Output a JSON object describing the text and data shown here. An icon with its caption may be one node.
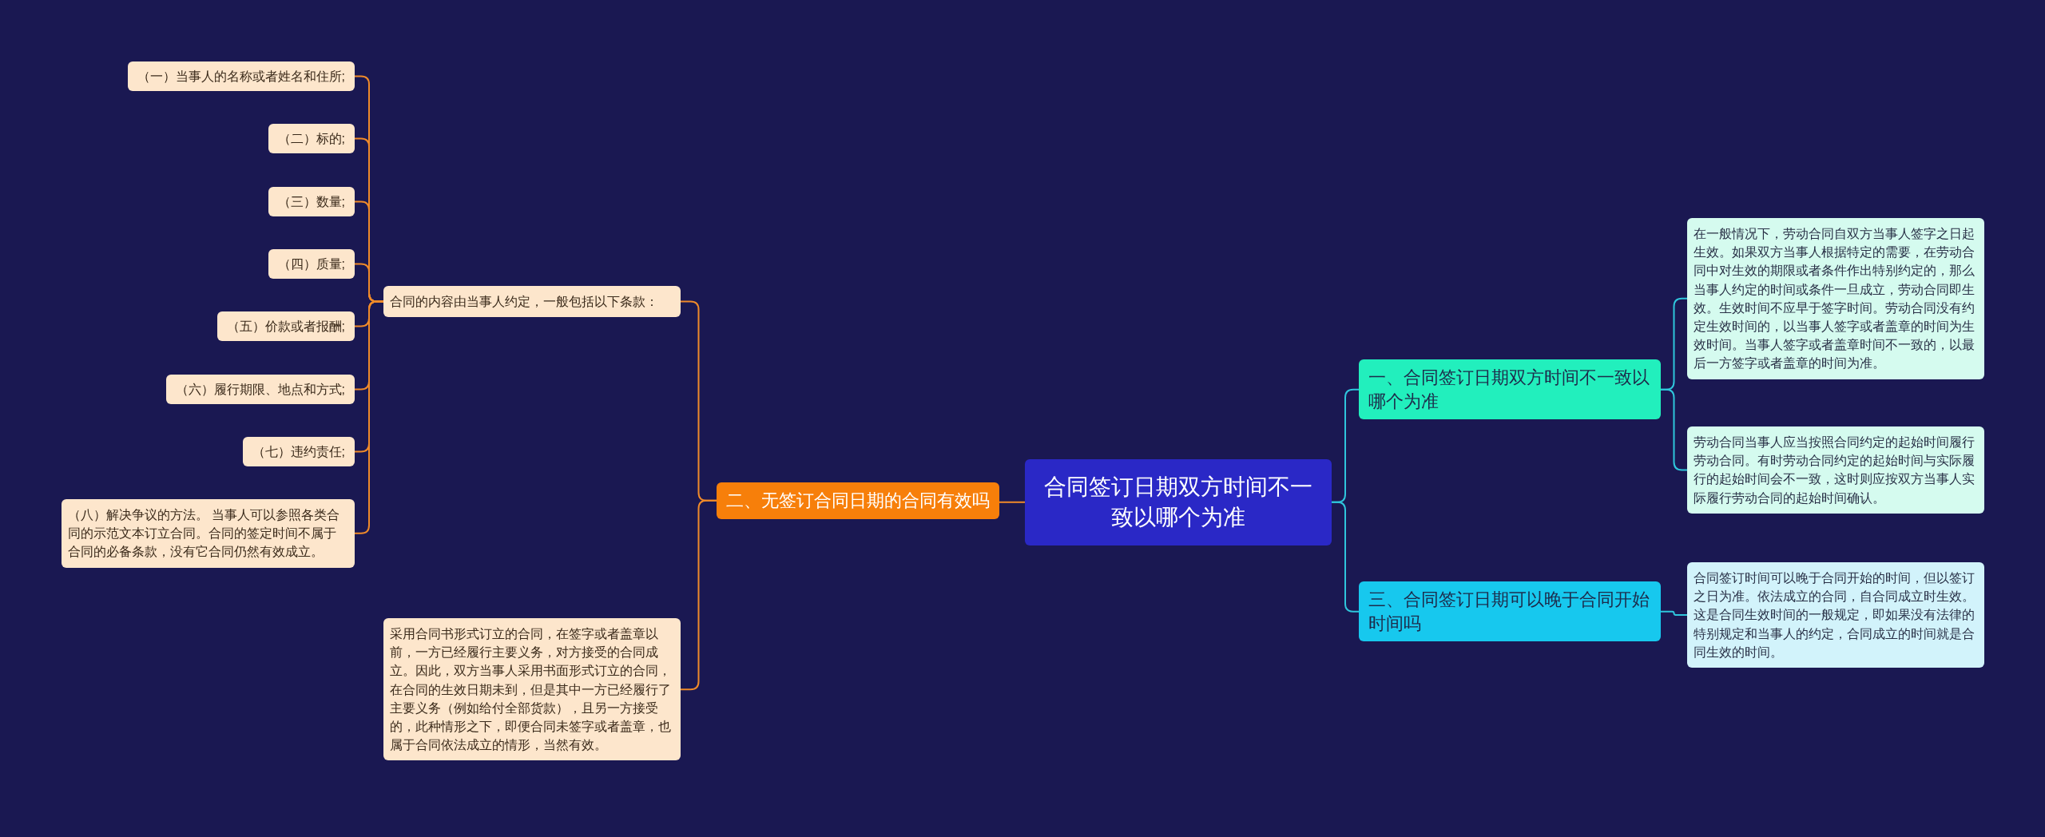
{
  "diagram": {
    "nodes": [
      {
        "text": [
          "合同签订日期双方时间不一致以哪个为准"
        ]
      },
      {
        "text": [
          "一、合同签订日期双方时间不一致以哪个为准"
        ]
      },
      {
        "text": [
          "在一般情况下，劳动合同自双方当事人签字之日起生效。如果双方当事人根据特定的需要，在劳动合同中对生效的期限或者条件作出特别约定的，那么当事人约定的时间或条件一旦成立，劳动合同即生效。生效时间不应早于签字时间。劳动合同没有约定生效时间的，以当事人签字或者盖章的时间为生效时间。当事人签字或者盖章时间不一致的，以最后一方签字或者盖章的时间为准。"
        ]
      },
      {
        "text": [
          "劳动合同当事人应当按照合同约定的起始时间履行劳动合同。有时劳动合同约定的起始时间与实际履行的起始时间会不一致，这时则应按双方当事人实际履行劳动合同的起始时间确认。"
        ]
      },
      {
        "text": [
          "三、合同签订日期可以晚于合同开始时间吗"
        ]
      },
      {
        "text": [
          "合同签订时间可以晚于合同开始的时间，但以签订之日为准。依法成立的合同，自合同成立时生效。这是合同生效时间的一般规定，即如果没有法律的特别规定和当事人的约定，合同成立的时间就是合同生效的时间。"
        ]
      },
      {
        "text": [
          "二、无签订合同日期的合同有效吗"
        ]
      },
      {
        "text": [
          "合同的内容由当事人约定，一般包括以下条款："
        ]
      },
      {
        "text": [
          "（一）当事人的名称或者姓名和住所;"
        ]
      },
      {
        "text": [
          "（二）标的;"
        ]
      },
      {
        "text": [
          "（三）数量;"
        ]
      },
      {
        "text": [
          "（四）质量;"
        ]
      },
      {
        "text": [
          "（五）价款或者报酬;"
        ]
      },
      {
        "text": [
          "（六）履行期限、地点和方式;"
        ]
      },
      {
        "text": [
          "（七）违约责任;"
        ]
      },
      {
        "text": [
          "（八）解决争议的方法。 当事人可以参照各类合同的示范文本订立合同。合同的签定时间不属于合同的必备条款，没有它合同仍然有效成立。"
        ]
      },
      {
        "text": [
          "采用合同书形式订立的合同，在签字或者盖章以前，一方已经履行主要义务，对方接受的合同成立。因此，双方当事人采用书面形式订立的合同，在合同的生效日期未到，但是其中一方已经履行了主要义务（例如给付全部货款），且另一方接受的，此种情形之下，即便合同未签字或者盖章，也属于合同依法成立的情形，当然有效。"
        ]
      }
    ],
    "edges": [
      {
        "from": 0,
        "to": 1,
        "arrow": "none",
        "color": "#2fc6dc"
      },
      {
        "from": 1,
        "to": 2,
        "arrow": "none",
        "color": "#2fc6dc"
      },
      {
        "from": 1,
        "to": 3,
        "arrow": "none",
        "color": "#2fc6dc"
      },
      {
        "from": 0,
        "to": 4,
        "arrow": "none",
        "color": "#2fc6dc"
      },
      {
        "from": 4,
        "to": 5,
        "arrow": "none",
        "color": "#2fc6dc"
      },
      {
        "from": 0,
        "to": 6,
        "arrow": "none"
      },
      {
        "from": 6,
        "to": 7,
        "arrow": "none"
      },
      {
        "from": 7,
        "to": 8,
        "arrow": "none"
      },
      {
        "from": 7,
        "to": 9,
        "arrow": "none"
      },
      {
        "from": 7,
        "to": 10,
        "arrow": "none"
      },
      {
        "from": 7,
        "to": 11,
        "arrow": "none"
      },
      {
        "from": 7,
        "to": 12,
        "arrow": "none"
      },
      {
        "from": 7,
        "to": 13,
        "arrow": "none"
      },
      {
        "from": 7,
        "to": 14,
        "arrow": "none"
      },
      {
        "from": 7,
        "to": 15,
        "arrow": "none"
      },
      {
        "from": 6,
        "to": 16,
        "arrow": "none"
      }
    ]
  }
}
